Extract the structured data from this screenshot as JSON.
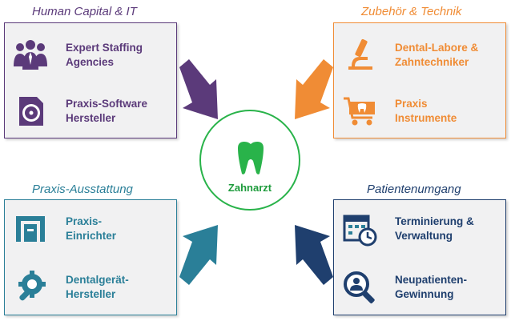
{
  "center": {
    "label": "Zahnarzt",
    "color": "#29b34a",
    "icon": "tooth-icon"
  },
  "quadrants": {
    "top_left": {
      "title": "Human Capital & IT",
      "color": "#5b3a7a",
      "items": [
        {
          "label": "Expert Staffing\nAgencies",
          "icon": "people-group-icon"
        },
        {
          "label": "Praxis-Software\nHersteller",
          "icon": "software-disc-icon"
        }
      ]
    },
    "top_right": {
      "title": "Zubehör & Technik",
      "color": "#f08c35",
      "items": [
        {
          "label": "Dental-Labore &\nZahntechniker",
          "icon": "microscope-icon"
        },
        {
          "label": "Praxis\nInstrumente",
          "icon": "cart-tooth-icon"
        }
      ]
    },
    "bottom_left": {
      "title": "Praxis-Ausstattung",
      "color": "#2a7f98",
      "items": [
        {
          "label": "Praxis-\nEinrichter",
          "icon": "furniture-icon"
        },
        {
          "label": "Dentalgerät-\nHersteller",
          "icon": "wrench-gear-icon"
        }
      ]
    },
    "bottom_right": {
      "title": "Patientenumgang",
      "color": "#1f3f6e",
      "items": [
        {
          "label": "Terminierung &\nVerwaltung",
          "icon": "calendar-clock-icon"
        },
        {
          "label": "Neupatienten-\nGewinnung",
          "icon": "search-person-icon"
        }
      ]
    }
  }
}
